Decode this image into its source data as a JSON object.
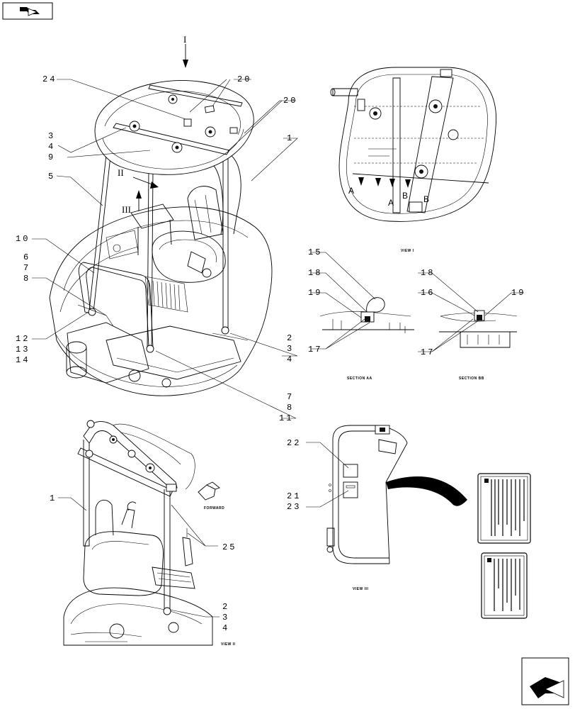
{
  "callouts": {
    "c24": "24",
    "c20a": "20",
    "c20b": "20",
    "c1": "1",
    "c3a": "3",
    "c4a": "4",
    "c9": "9",
    "c5": "5",
    "c10": "10",
    "c6": "6",
    "c7a": "7",
    "c8a": "8",
    "c12": "12",
    "c13": "13",
    "c14": "14",
    "c2a": "2",
    "c3b": "3",
    "c4b": "4",
    "c7b": "7",
    "c8b": "8",
    "c11": "11",
    "c15": "15",
    "c18a": "18",
    "c19a": "19",
    "c17a": "17",
    "c18b": "18",
    "c16": "16",
    "c19b": "19",
    "c17b": "17",
    "c22": "22",
    "c21": "21",
    "c23": "23",
    "c1b": "1",
    "c25": "25",
    "c2b": "2",
    "c3c": "3",
    "c4c": "4"
  },
  "view_marks": {
    "v1": "I",
    "v2": "II",
    "v3": "III"
  },
  "section_letters": {
    "a1": "A",
    "a2": "A",
    "b1": "B",
    "b2": "B"
  },
  "captions": {
    "view1": "VIEW I",
    "section_aa": "SECTION AA",
    "section_bb": "SECTION BB",
    "view3_top": "VIEW III",
    "view2": "VIEW II",
    "forward": "FORWARD"
  }
}
